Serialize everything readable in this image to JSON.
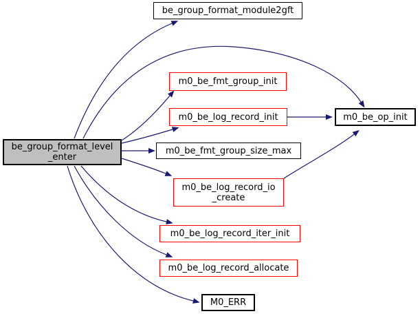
{
  "diagram": {
    "type": "call-graph",
    "colors": {
      "background": "#ffffff",
      "edge": "#191970",
      "node_fill": "#ffffff",
      "node_border_default": "#000000",
      "node_border_highlight": "#ff0000",
      "focus_node_fill": "#bfbfbf",
      "text": "#000000"
    },
    "nodes": {
      "focus": {
        "line1": "be_group_format_level",
        "line2": "_enter"
      },
      "module2gft": {
        "label": "be_group_format_module2gft"
      },
      "fmt_group_init": {
        "label": "m0_be_fmt_group_init"
      },
      "log_record_init": {
        "label": "m0_be_log_record_init"
      },
      "fmt_group_size_max": {
        "label": "m0_be_fmt_group_size_max"
      },
      "log_record_io_create": {
        "line1": "m0_be_log_record_io",
        "line2": "_create"
      },
      "log_record_iter_init": {
        "label": "m0_be_log_record_iter_init"
      },
      "log_record_allocate": {
        "label": "m0_be_log_record_allocate"
      },
      "m0_err": {
        "label": "M0_ERR"
      },
      "op_init": {
        "label": "m0_be_op_init"
      }
    },
    "edges": [
      {
        "from": "be_group_format_level_enter",
        "to": "be_group_format_module2gft"
      },
      {
        "from": "be_group_format_level_enter",
        "to": "m0_be_op_init"
      },
      {
        "from": "be_group_format_level_enter",
        "to": "m0_be_fmt_group_init"
      },
      {
        "from": "be_group_format_level_enter",
        "to": "m0_be_log_record_init"
      },
      {
        "from": "be_group_format_level_enter",
        "to": "m0_be_fmt_group_size_max"
      },
      {
        "from": "be_group_format_level_enter",
        "to": "m0_be_log_record_io_create"
      },
      {
        "from": "be_group_format_level_enter",
        "to": "m0_be_log_record_iter_init"
      },
      {
        "from": "be_group_format_level_enter",
        "to": "m0_be_log_record_allocate"
      },
      {
        "from": "be_group_format_level_enter",
        "to": "M0_ERR"
      },
      {
        "from": "m0_be_log_record_init",
        "to": "m0_be_op_init"
      },
      {
        "from": "m0_be_log_record_io_create",
        "to": "m0_be_op_init"
      }
    ]
  }
}
